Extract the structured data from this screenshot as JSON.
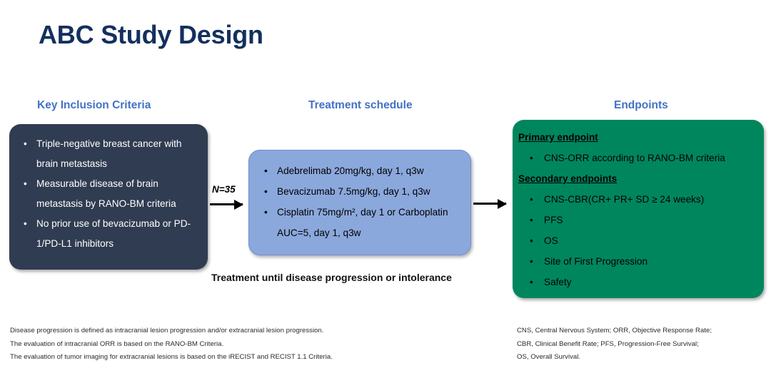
{
  "title": "ABC Study Design",
  "colors": {
    "title": "#13305E",
    "header": "#4472C4",
    "inclusion_box": "#303C51",
    "treatment_box": "#8BA8DC",
    "endpoints_box": "#00865D",
    "arrow": "#000000",
    "page_background": "#FFFFFF"
  },
  "columns": {
    "inclusion_header": "Key Inclusion Criteria",
    "treatment_header": "Treatment schedule",
    "endpoints_header": "Endpoints"
  },
  "inclusion": {
    "bullet_glyph": "•",
    "items": [
      "Triple-negative breast cancer with brain metastasis",
      "Measurable disease of brain metastasis by RANO-BM criteria",
      "No prior use of bevacizumab or PD-1/PD-L1 inhibitors"
    ]
  },
  "enrollment": {
    "label": "N=35"
  },
  "treatment": {
    "bullet_glyph": "•",
    "items": [
      "Adebrelimab 20mg/kg, day 1, q3w",
      "Bevacizumab 7.5mg/kg, day 1, q3w",
      "Cisplatin 75mg/m², day 1 or Carboplatin AUC=5, day 1, q3w"
    ],
    "caption": "Treatment until disease progression or intolerance"
  },
  "endpoints": {
    "bullet_glyph": "•",
    "primary_heading": "Primary endpoint",
    "primary_items": [
      "CNS-ORR according to RANO-BM criteria"
    ],
    "secondary_heading": "Secondary endpoints",
    "secondary_items": [
      "CNS-CBR(CR+ PR+ SD ≥ 24 weeks)",
      "PFS",
      "OS",
      "Site of First Progression",
      "Safety"
    ]
  },
  "footnotes": {
    "left": [
      "Disease progression is defined as intracranial lesion progression  and/or extracranial lesion progression.",
      "The evaluation of intracranial ORR is based on the RANO-BM Criteria.",
      "The evaluation of tumor imaging for extracranial lesions is based on the iRECIST and RECIST 1.1 Criteria."
    ],
    "right": [
      "CNS, Central Nervous System;  ORR, Objective Response Rate;",
      "CBR, Clinical Benefit Rate; PFS, Progression-Free Survival;",
      "OS, Overall Survival."
    ]
  }
}
